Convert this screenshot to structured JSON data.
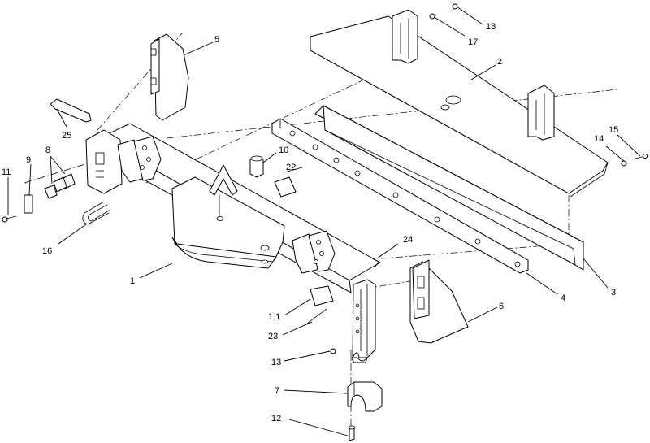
{
  "callouts": [
    {
      "id": "c1",
      "text": "1"
    },
    {
      "id": "c2",
      "text": "2"
    },
    {
      "id": "c3",
      "text": "3"
    },
    {
      "id": "c4",
      "text": "4"
    },
    {
      "id": "c5",
      "text": "5"
    },
    {
      "id": "c6",
      "text": "6"
    },
    {
      "id": "c7",
      "text": "7"
    },
    {
      "id": "c8",
      "text": "8"
    },
    {
      "id": "c9",
      "text": "9"
    },
    {
      "id": "c10",
      "text": "10"
    },
    {
      "id": "c11",
      "text": "11"
    },
    {
      "id": "c12",
      "text": "12"
    },
    {
      "id": "c13",
      "text": "13"
    },
    {
      "id": "c14",
      "text": "14"
    },
    {
      "id": "c15",
      "text": "15"
    },
    {
      "id": "c16",
      "text": "16"
    },
    {
      "id": "c17",
      "text": "17"
    },
    {
      "id": "c18",
      "text": "18"
    },
    {
      "id": "c22",
      "text": "22"
    },
    {
      "id": "c23",
      "text": "23"
    },
    {
      "id": "c24",
      "text": "24"
    },
    {
      "id": "c25",
      "text": "25"
    },
    {
      "id": "c1_1",
      "text": "1:1"
    }
  ]
}
